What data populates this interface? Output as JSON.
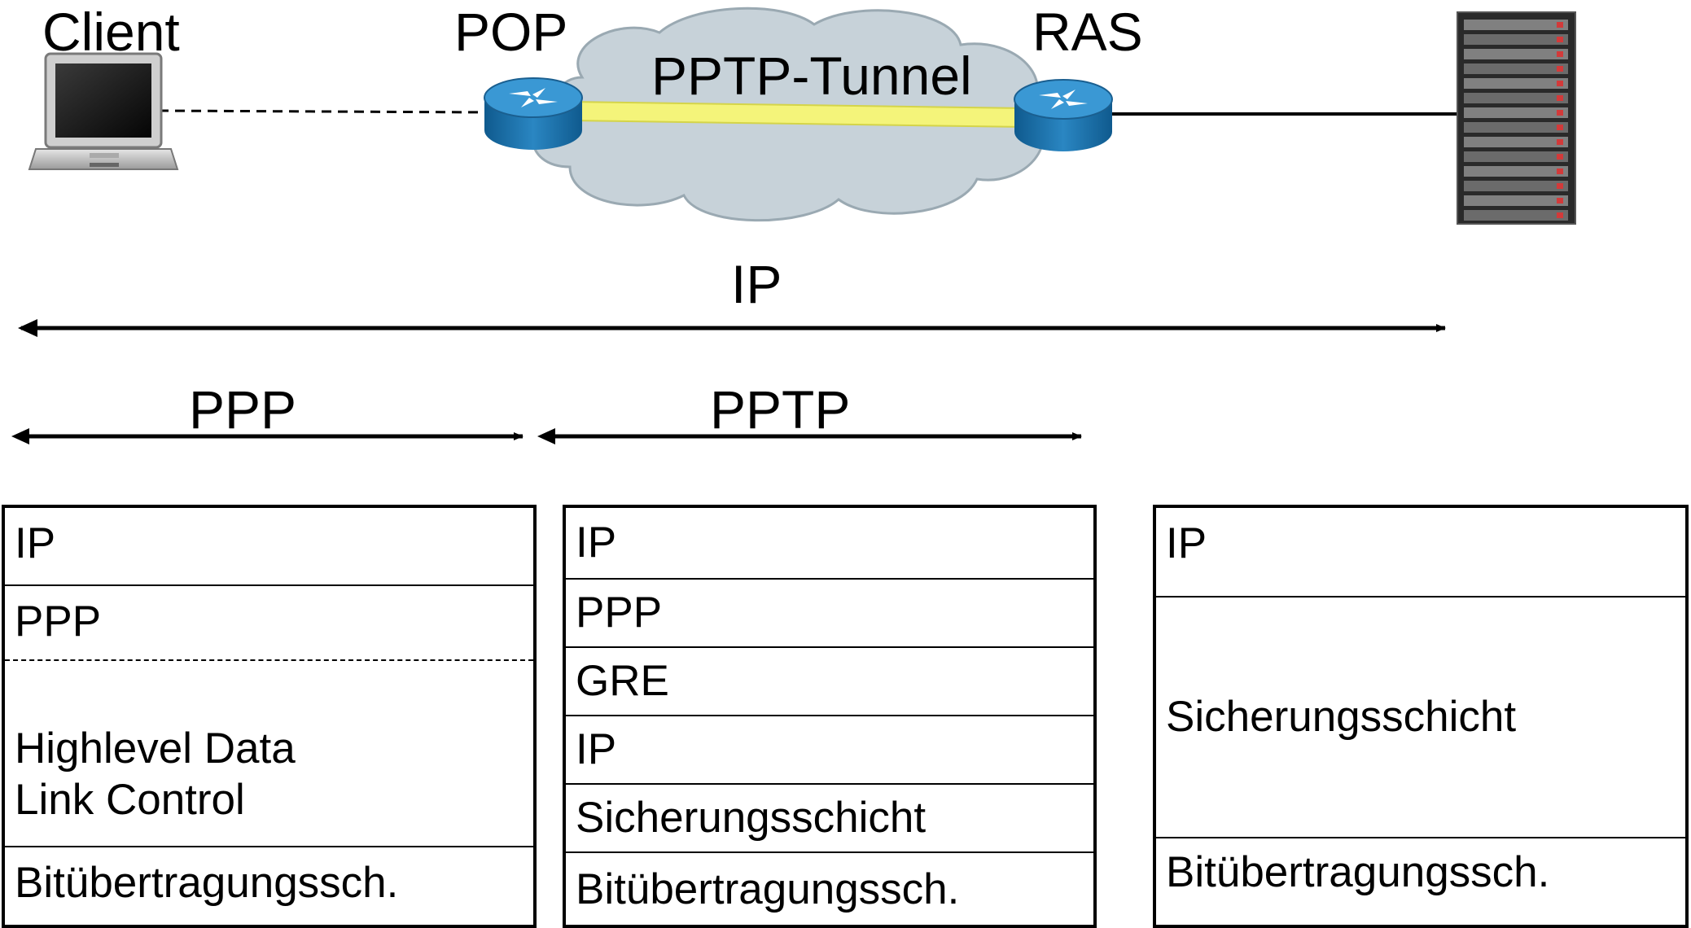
{
  "nodes": {
    "client": "Client",
    "pop": "POP",
    "ras": "RAS"
  },
  "tunnel_label": "PPTP-Tunnel",
  "spans": {
    "ip": "IP",
    "ppp": "PPP",
    "pptp": "PPTP"
  },
  "stacks": {
    "client": [
      "IP",
      "PPP",
      "Highlevel Data\nLink Control",
      "Bitübertragungssch."
    ],
    "tunnel": [
      "IP",
      "PPP",
      "GRE",
      "IP",
      "Sicherungsschicht",
      "Bitübertragungssch."
    ],
    "server": [
      "IP",
      "Sicherungsschicht",
      "Bitübertragungssch."
    ]
  },
  "colors": {
    "cloud_fill": "#c7d2d9",
    "tunnel_fill": "#f4f47a",
    "router_fill": "#1b6fa8"
  }
}
